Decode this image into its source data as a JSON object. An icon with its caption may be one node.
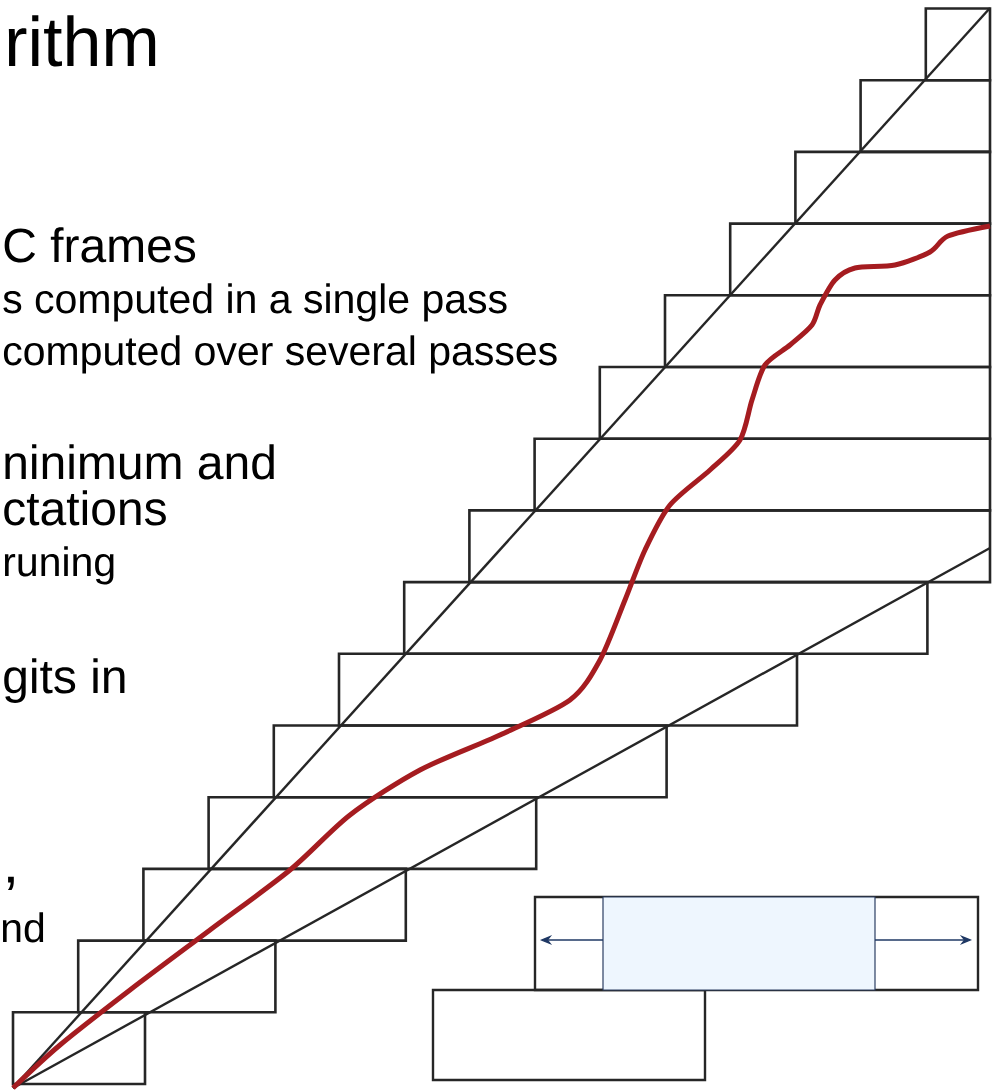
{
  "diagram": {
    "title": "rithm",
    "labels": [
      "C frames",
      "s computed in a single pass",
      "computed over several passes",
      "ninimum and",
      "ctations",
      "runing",
      "gits in",
      "’",
      "nd"
    ]
  }
}
